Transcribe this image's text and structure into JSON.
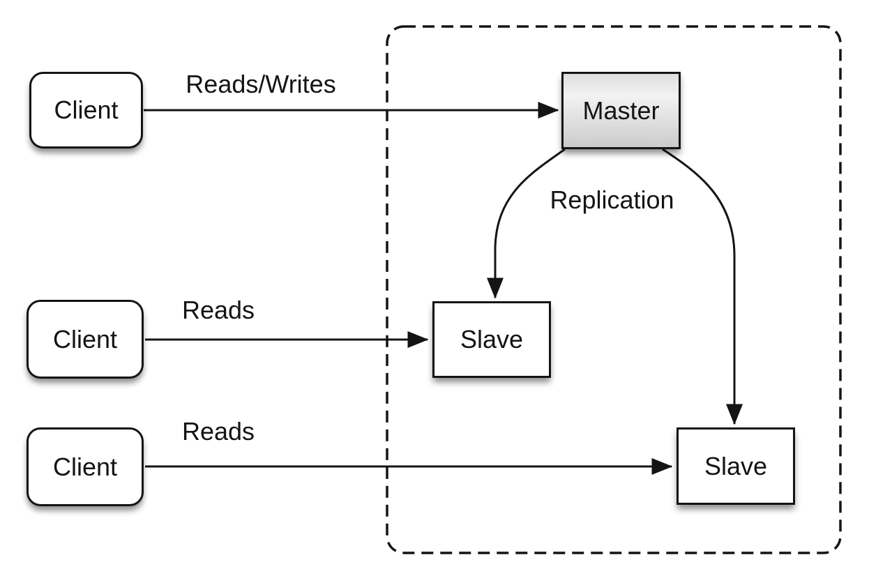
{
  "colors": {
    "background": "#ffffff",
    "stroke": "#141414",
    "text": "#141414",
    "node_fill": "#ffffff",
    "master_gradient_top": "#dedede",
    "master_gradient_mid": "#f2f2f2",
    "master_gradient_bottom": "#cbcbcb"
  },
  "nodes": {
    "client1": {
      "label": "Client"
    },
    "client2": {
      "label": "Client"
    },
    "client3": {
      "label": "Client"
    },
    "master": {
      "label": "Master"
    },
    "slave1": {
      "label": "Slave"
    },
    "slave2": {
      "label": "Slave"
    }
  },
  "edges": {
    "client1_master": {
      "label": "Reads/Writes"
    },
    "client2_slave1": {
      "label": "Reads"
    },
    "client3_slave2": {
      "label": "Reads"
    },
    "replication": {
      "label": "Replication"
    }
  }
}
